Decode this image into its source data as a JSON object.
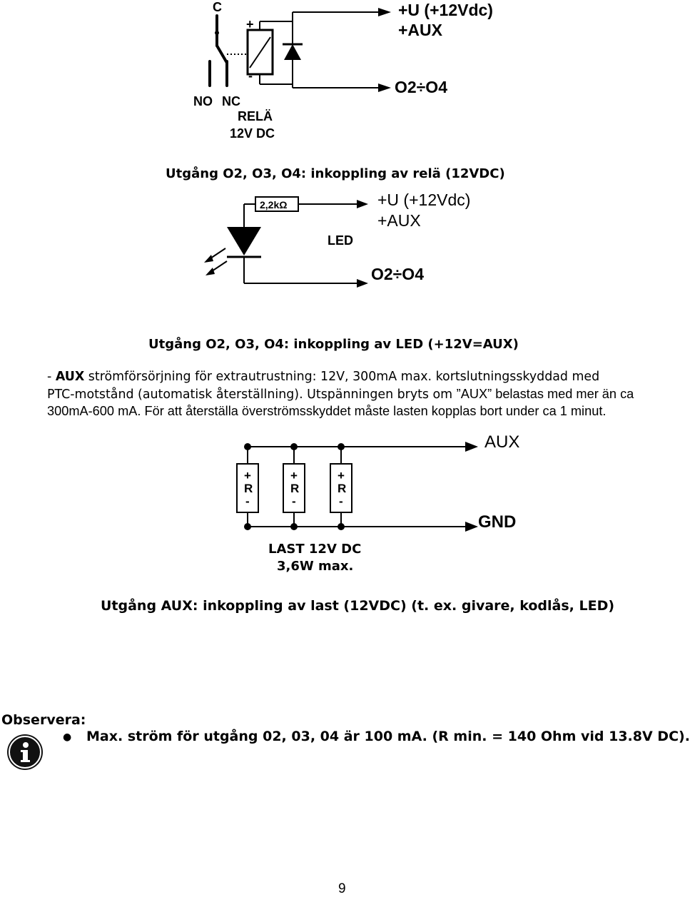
{
  "relay_diagram": {
    "label_c": "C",
    "label_plus": "+",
    "label_minus": "-",
    "label_no": "NO",
    "label_nc": "NC",
    "label_rela": "RELÄ",
    "label_12vdc": "12V DC",
    "target_plus_u": "+U (+12Vdc)",
    "target_aux": "+AUX",
    "target_output": "O2÷O4",
    "caption": "Utgång O2, O3, O4: inkoppling av relä (12VDC)"
  },
  "led_diagram": {
    "resistor_label": "2,2kΩ",
    "led_label": "LED",
    "target_plus_u": "+U (+12Vdc)",
    "target_aux": "+AUX",
    "target_output": "O2÷O4",
    "caption": "Utgång O2, O3, O4: inkoppling av LED (+12V=AUX)"
  },
  "aux_description": {
    "prefix": "- ",
    "term": "AUX",
    "line1_rest": " strömförsörjning för extrautrustning: 12V, 300mA max. kortslutningsskyddad med",
    "line2_a": "PTC-motstånd (automatisk återställning). Utspänningen bryts om ",
    "line2_b": "”AUX” belastas med mer än ca",
    "line3": "300mA-600 mA. För att återställa överströmsskyddet måste lasten kopplas bort under ca 1 minut."
  },
  "load_diagram": {
    "aux_label": "AUX",
    "gnd_label": "GND",
    "load_plus": "+",
    "load_r": "R",
    "load_minus": "-",
    "load_title_1": "LAST 12V DC",
    "load_title_2": "3,6W max.",
    "caption": "Utgång AUX: inkoppling av last (12VDC) (t. ex. givare, kodlås, LED)"
  },
  "note": {
    "title": "Observera:",
    "icon": "info-icon",
    "bullet": "●",
    "text": "Max. ström för utgång 02, 03, 04 är 100 mA. (R min. = 140 Ohm vid 13.8V DC)."
  },
  "page_number": "9"
}
